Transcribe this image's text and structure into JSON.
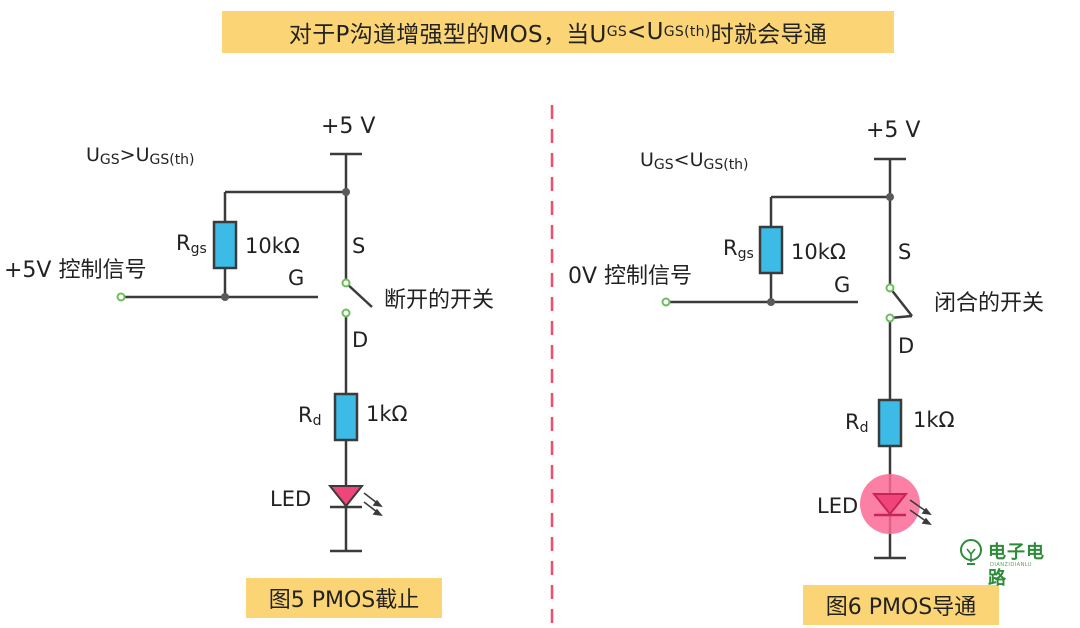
{
  "title": {
    "prefix": "对于P沟道增强型的MOS，当U",
    "sub1": "GS",
    "mid": "<U",
    "sub2": "GS(th)",
    "suffix": "时就会导通"
  },
  "left": {
    "supply": "+5 V",
    "condition_u": "U",
    "condition_sub1": "GS",
    "condition_op": ">U",
    "condition_sub2": "GS(th)",
    "rgs_r": "R",
    "rgs_sub": "gs",
    "rgs_value": "10kΩ",
    "control": "+5V 控制信号",
    "pin_g": "G",
    "pin_s": "S",
    "pin_d": "D",
    "switch_state": "断开的开关",
    "rd_r": "R",
    "rd_sub": "d",
    "rd_value": "1kΩ",
    "led": "LED",
    "caption": "图5  PMOS截止"
  },
  "right": {
    "supply": "+5 V",
    "condition_u": "U",
    "condition_sub1": "GS",
    "condition_op": "<U",
    "condition_sub2": "GS(th)",
    "rgs_r": "R",
    "rgs_sub": "gs",
    "rgs_value": "10kΩ",
    "control": "0V 控制信号",
    "pin_g": "G",
    "pin_s": "S",
    "pin_d": "D",
    "switch_state": "闭合的开关",
    "rd_r": "R",
    "rd_sub": "d",
    "rd_value": "1kΩ",
    "led": "LED",
    "caption": "图6  PMOS导通"
  },
  "logo": {
    "text": "电子电路",
    "subtext": "DIANZIDIANLU"
  },
  "colors": {
    "wire": "#3b3b3b",
    "resistor": "#3bbbe6",
    "led": "#f0457a",
    "led_glow": "#fb6a97",
    "label_bg": "#fbd575",
    "divider": "#ee4d6e",
    "node_dot": "#5a5a5a",
    "terminal": "#6bbf5a"
  }
}
